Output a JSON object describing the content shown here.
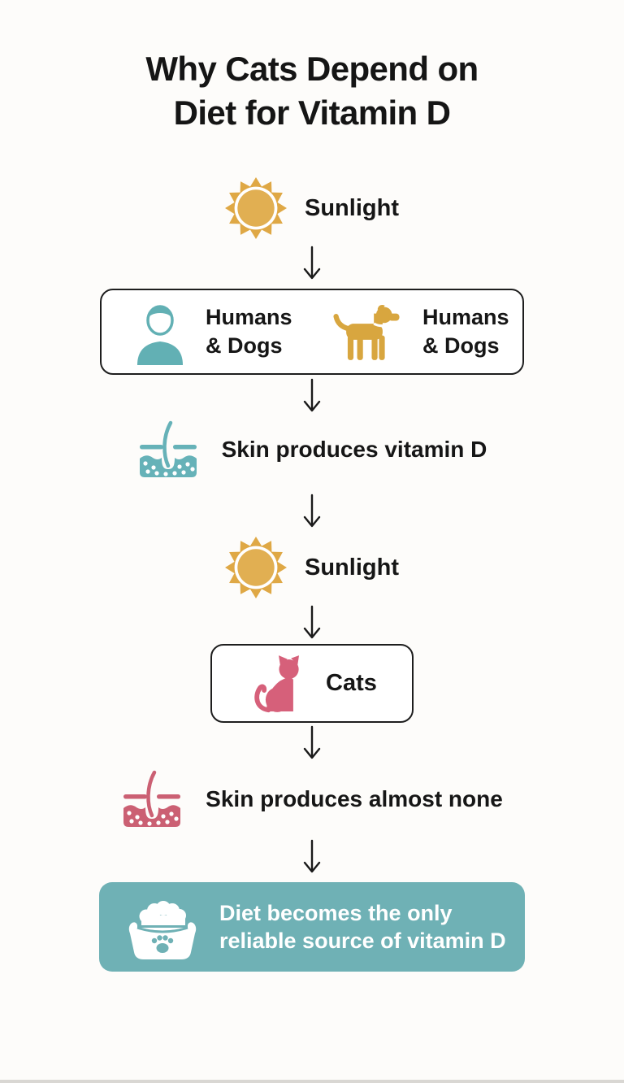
{
  "title": "Why Cats Depend on Diet for Vitamin D",
  "flow": {
    "sunlight_top": {
      "icon": "sun-icon",
      "label": "Sunlight"
    },
    "humans_dogs_box": {
      "left": {
        "icon": "person-icon",
        "label": "Humans & Dogs"
      },
      "right": {
        "icon": "dog-icon",
        "label": "Humans & Dogs"
      }
    },
    "skin_vitamin": {
      "icon": "skin-follicle-icon",
      "label": "Skin produces vitamin D"
    },
    "sunlight_mid": {
      "icon": "sun-icon",
      "label": "Sunlight"
    },
    "cats_box": {
      "icon": "cat-icon",
      "label": "Cats"
    },
    "skin_none": {
      "icon": "skin-follicle-icon",
      "label": "Skin produces almost none"
    },
    "diet_box": {
      "icon": "pet-bowl-icon",
      "label": "Diet becomes the only reliable source of vitamin D"
    }
  },
  "colors": {
    "background": "#FDFCFA",
    "text": "#161616",
    "box_border": "#1E1E1E",
    "sun_gold": "#DFA845",
    "sun_inner_gold": "#E1AF52",
    "person_teal": "#62B0B4",
    "dog_gold": "#D8A63F",
    "skin_teal": "#66B2B8",
    "cat_pink": "#D6607A",
    "skin_pink": "#CB6073",
    "diet_box_teal": "#6FB1B5",
    "diet_text": "#FFFFFF",
    "arrow": "#1A1A1A"
  }
}
